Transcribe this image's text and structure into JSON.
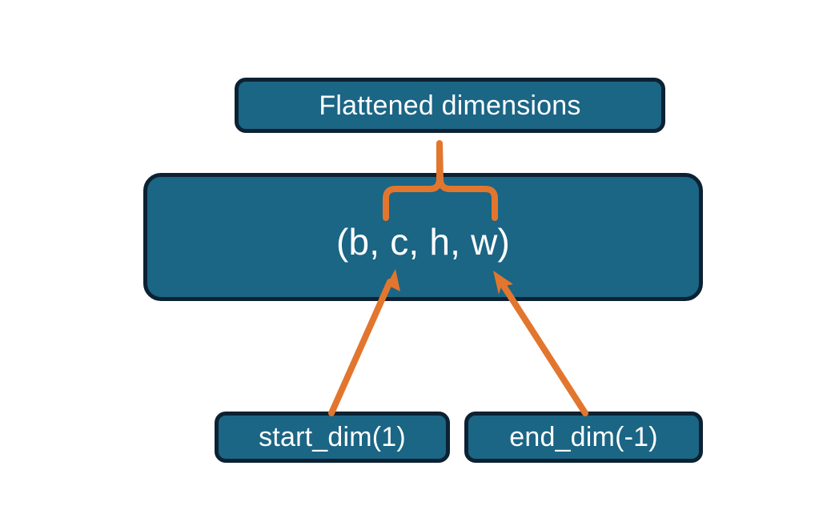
{
  "diagram": {
    "title_node": {
      "label": "Flattened dimensions"
    },
    "shape_node": {
      "label": "(b, c, h, w)"
    },
    "start_dim_node": {
      "label": "start_dim(1)"
    },
    "end_dim_node": {
      "label": "end_dim(-1)"
    },
    "colors": {
      "node_fill": "#1B6585",
      "node_border": "#0C2233",
      "node_text": "#FFFFFF",
      "connector": "#E2762E",
      "background": "#FFFFFF"
    },
    "connectors": [
      {
        "name": "brace-over-c-h-w",
        "type": "curly-brace",
        "points_to": "Flattened dimensions"
      },
      {
        "name": "arrow-start-dim-to-c",
        "type": "arrow",
        "from": "start_dim(1)",
        "to": "c"
      },
      {
        "name": "arrow-end-dim-to-w",
        "type": "arrow",
        "from": "end_dim(-1)",
        "to": "w"
      }
    ]
  }
}
